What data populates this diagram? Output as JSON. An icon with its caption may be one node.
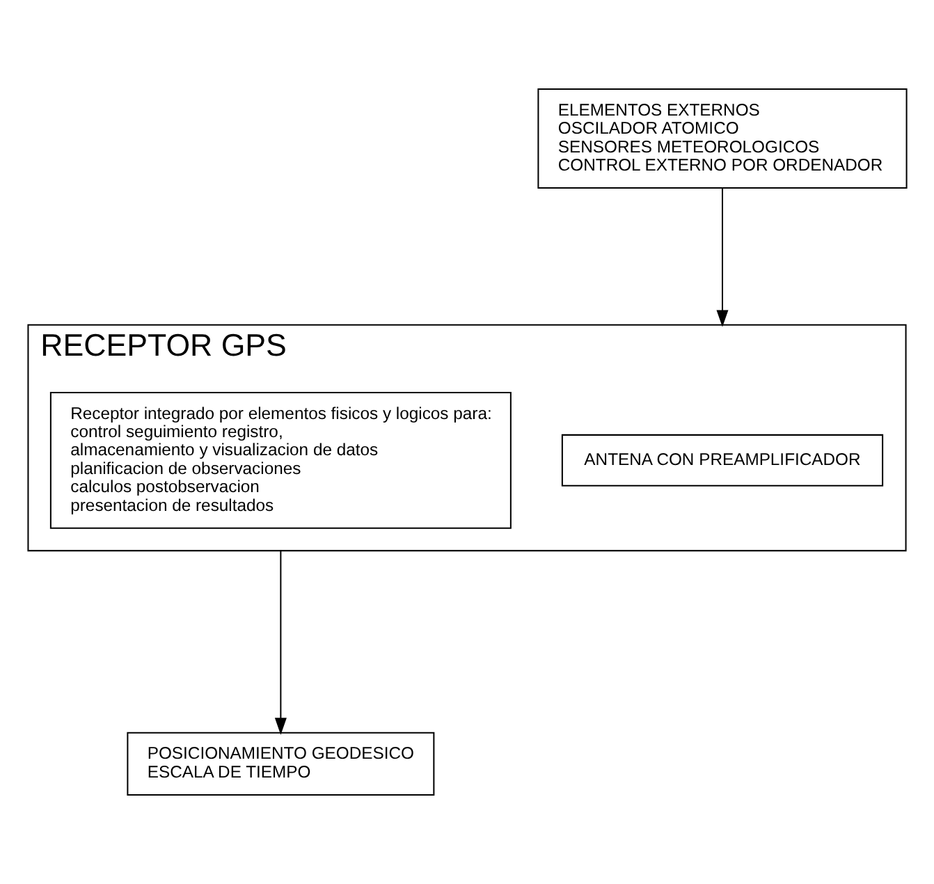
{
  "diagram": {
    "nodes": [
      {
        "text": [
          "ELEMENTOS EXTERNOS",
          "OSCILADOR ATOMICO",
          "SENSORES METEOROLOGICOS",
          "CONTROL EXTERNO POR ORDENADOR"
        ]
      },
      {
        "text": [
          "RECEPTOR GPS"
        ]
      },
      {
        "text": [
          "ANTENA CON PREAMPLIFICADOR"
        ],
        "in": 1
      },
      {
        "text": [
          "Receptor integrado por elementos fisicos y logicos para:",
          "control seguimiento registro,",
          "almacenamiento y visualizacion de datos",
          "planificacion de observaciones",
          "calculos postobservacion",
          "presentacion de resultados"
        ],
        "in": 1
      },
      {
        "text": [
          "POSICIONAMIENTO GEODESICO",
          "ESCALA DE TIEMPO"
        ]
      }
    ],
    "edges": [
      {
        "from": 0,
        "to": 1,
        "arrow": "to"
      },
      {
        "from": 1,
        "to": 4,
        "arrow": "to"
      }
    ]
  }
}
